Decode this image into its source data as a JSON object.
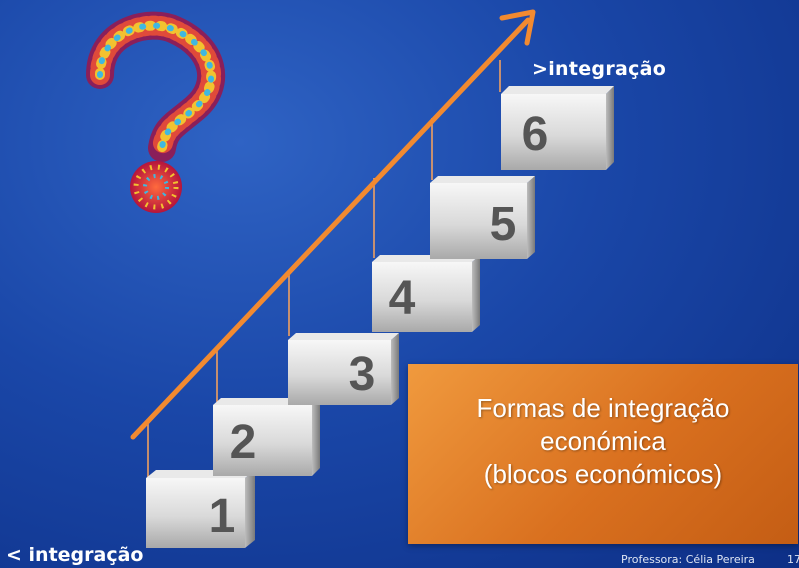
{
  "labels": {
    "top": ">integração",
    "bottom": "< integração"
  },
  "steps": [
    "1",
    "2",
    "3",
    "4",
    "5",
    "6"
  ],
  "callout": {
    "line1": "Formas de integração",
    "line2": "económica",
    "line3": "(blocos económicos)"
  },
  "footer": {
    "author": "Professora: Célia Pereira",
    "page": "17"
  },
  "colors": {
    "arrow": "#f28a30",
    "callout": "#e07a2a",
    "background": "#1a47a8"
  },
  "decoration": {
    "question_mark_icon": "question-mark-icon"
  }
}
